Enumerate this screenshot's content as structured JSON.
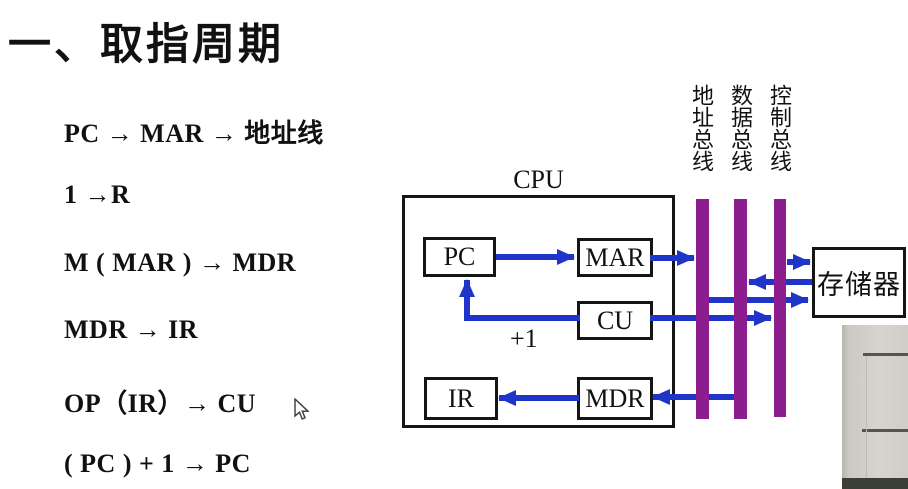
{
  "title": "一、取指周期",
  "steps": [
    "PC → MAR → 地址线",
    "1 →R",
    "M ( MAR ) → MDR",
    "MDR → IR",
    "OP（IR）→ CU",
    "( PC ) + 1 → PC"
  ],
  "diagram": {
    "cpu_label": "CPU",
    "pc_label": "PC",
    "mar_label": "MAR",
    "cu_label": "CU",
    "ir_label": "IR",
    "mdr_label": "MDR",
    "plus_one_label": "+1",
    "memory_label": "存储器",
    "buses": [
      {
        "label": "地址总线"
      },
      {
        "label": "数据总线"
      },
      {
        "label": "控制总线"
      }
    ]
  },
  "colors": {
    "arrow_blue": "#1f35c9",
    "bus_purple": "#8c1d8f",
    "text_black": "#111111",
    "background": "#ffffff"
  }
}
